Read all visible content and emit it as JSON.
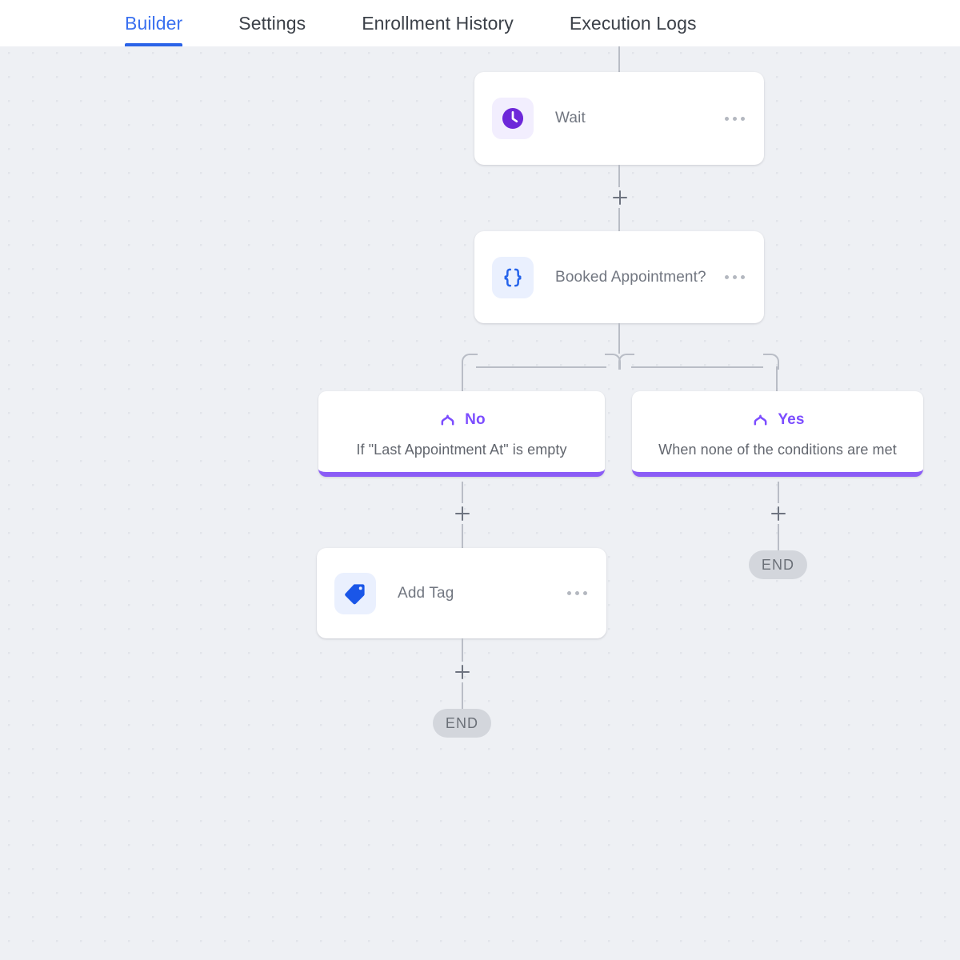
{
  "header": {
    "tabs": [
      {
        "label": "Builder",
        "active": true
      },
      {
        "label": "Settings",
        "active": false
      },
      {
        "label": "Enrollment History",
        "active": false
      },
      {
        "label": "Execution Logs",
        "active": false
      }
    ],
    "active_tab_color": "#2a63e8"
  },
  "canvas": {
    "background_color": "#eef0f4",
    "dot_color": "#e2e5ea",
    "connector_color": "#b9bdc6"
  },
  "nodes": {
    "wait": {
      "label": "Wait",
      "icon": "clock-icon",
      "icon_color": "#6d28d9",
      "icon_bg": "#f2eefe",
      "menu": "ellipsis-icon"
    },
    "condition": {
      "label": "Booked Appointment?",
      "icon": "code-braces-icon",
      "icon_color": "#2563eb",
      "icon_bg": "#eaf0fe",
      "menu": "ellipsis-icon"
    },
    "add_tag": {
      "label": "Add Tag",
      "icon": "tag-icon",
      "icon_color": "#1a56e8",
      "icon_bg": "#eaf0fe",
      "menu": "ellipsis-icon"
    }
  },
  "branches": {
    "no": {
      "title": "No",
      "description": "If \"Last Appointment At\" is empty",
      "icon": "branch-fork-icon",
      "accent_color": "#8b5cf6"
    },
    "yes": {
      "title": "Yes",
      "description": "When none of the conditions are met",
      "icon": "branch-fork-icon",
      "accent_color": "#8b5cf6"
    }
  },
  "terminals": {
    "no_path_end": "END",
    "yes_path_end": "END"
  },
  "add_buttons": {
    "after_wait": "+",
    "after_no_branch": "+",
    "after_yes_branch": "+",
    "after_add_tag": "+"
  }
}
